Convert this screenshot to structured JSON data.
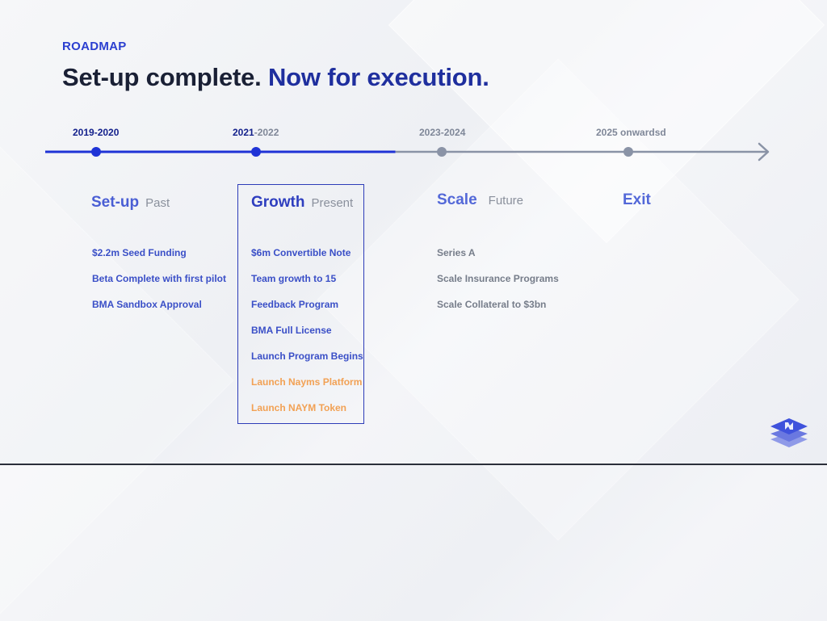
{
  "header": {
    "eyebrow": "ROADMAP",
    "title_part1": "Set-up complete.",
    "title_part2": "Now for execution."
  },
  "timeline": {
    "progress": 0.485,
    "colors": {
      "active": "#1f33d6",
      "future": "#8a93a6"
    },
    "years": [
      {
        "label": "2019-2020"
      },
      {
        "label_a": "2021",
        "label_b": "-2022"
      },
      {
        "label": "2023-2024"
      },
      {
        "label": "2025 onwardsd"
      }
    ]
  },
  "phases": [
    {
      "name": "Set-up",
      "state": "Past",
      "items": [
        "$2.2m Seed Funding",
        "Beta Complete with first pilot",
        "BMA Sandbox Approval"
      ]
    },
    {
      "name": "Growth",
      "state": "Present",
      "items": [
        "$6m Convertible Note",
        "Team growth to 15",
        "Feedback Program",
        "BMA Full License",
        "Launch Program Begins",
        "Launch Nayms Platform",
        "Launch NAYM Token"
      ]
    },
    {
      "name": "Scale",
      "state": "Future",
      "items": [
        "Series A",
        "Scale Insurance Programs",
        "Scale Collateral to $3bn"
      ]
    },
    {
      "name": "Exit",
      "state": "",
      "items": []
    }
  ],
  "colors": {
    "highlight_orange": "#f2a154",
    "brand_blue": "#2b3fd0"
  },
  "logo_icon": "layered-cube-logo"
}
